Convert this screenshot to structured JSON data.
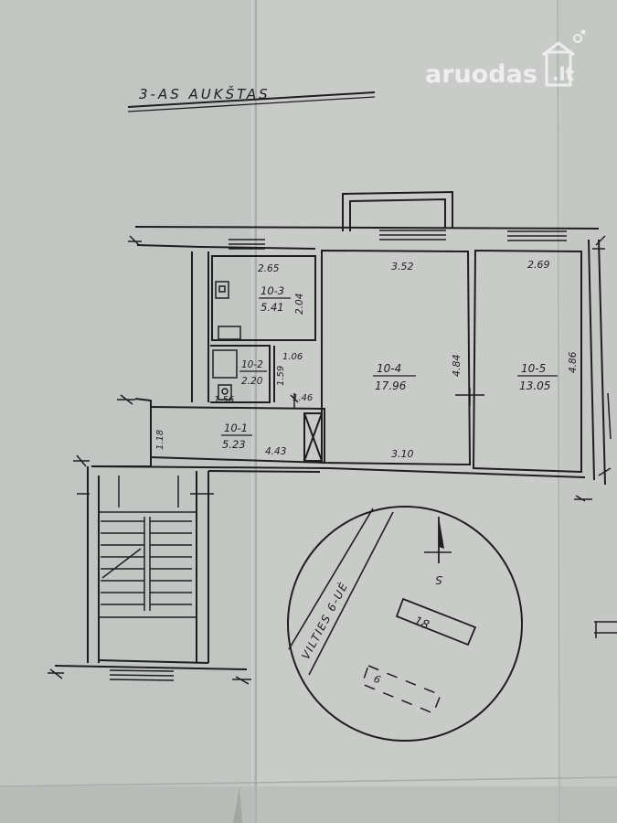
{
  "watermark": {
    "brand": "aruodas",
    "tld": ".lt"
  },
  "plan": {
    "title": "3-AS AUKŠTAS",
    "rooms": [
      {
        "id": "10-1",
        "area": "5.23"
      },
      {
        "id": "10-2",
        "area": "2.20"
      },
      {
        "id": "10-3",
        "area": "5.41"
      },
      {
        "id": "10-4",
        "area": "17.96"
      },
      {
        "id": "10-5",
        "area": "13.05"
      }
    ],
    "dimensions": [
      "2.65",
      "2.04",
      "1.06",
      "1.59",
      "1.56",
      "1.46",
      "1.18",
      "4.43",
      "3.52",
      "4.84",
      "3.10",
      "2.69",
      "4.86"
    ]
  },
  "site_plan": {
    "street": "VILTIES 6-UĖ",
    "north_label": "S",
    "building_number": "18",
    "outbuilding_label": "6"
  },
  "colors": {
    "paper": "#c6c9c6",
    "ink": "#1e1e1e",
    "fold_shadow": "#a9ada9"
  }
}
